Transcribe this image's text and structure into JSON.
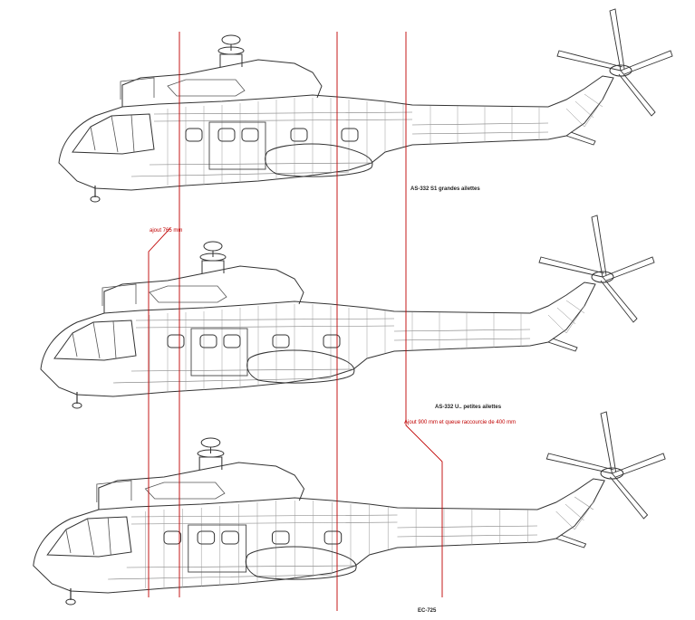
{
  "captions": {
    "top_model": "AS-332 S1 grandes ailettes",
    "middle_model": "AS-332 U.. petites ailettes",
    "bottom_model": "EC-725",
    "extension_note": "ajout 765 mm",
    "tail_note": "Ajout 900 mm et queue raccourcie de 400 mm"
  },
  "colors": {
    "line": "#333333",
    "light_line": "#777777",
    "reference_line": "#c00000"
  },
  "icons": [
    "helicopter-top-view",
    "helicopter-middle-view",
    "helicopter-bottom-view"
  ]
}
